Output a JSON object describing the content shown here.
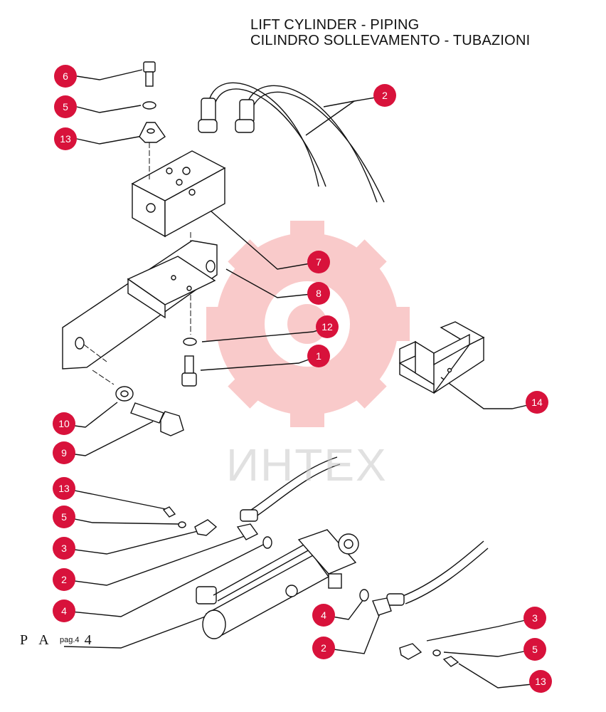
{
  "title": {
    "line1": "LIFT CYLINDER - PIPING",
    "line2": "CILINDRO SOLLEVAMENTO - TUBAZIONI"
  },
  "watermark": "ИНТЕХ",
  "footer": {
    "pa_label": "P A",
    "page_number": "4",
    "pag_text": "pag.4"
  },
  "callouts": [
    "6",
    "5",
    "13",
    "2",
    "7",
    "8",
    "12",
    "1",
    "14",
    "10",
    "9",
    "13",
    "5",
    "3",
    "2",
    "4",
    "2",
    "4",
    "3",
    "5",
    "13"
  ],
  "colors": {
    "callout": "#d8123b",
    "watermark": "#f2a0a0"
  }
}
